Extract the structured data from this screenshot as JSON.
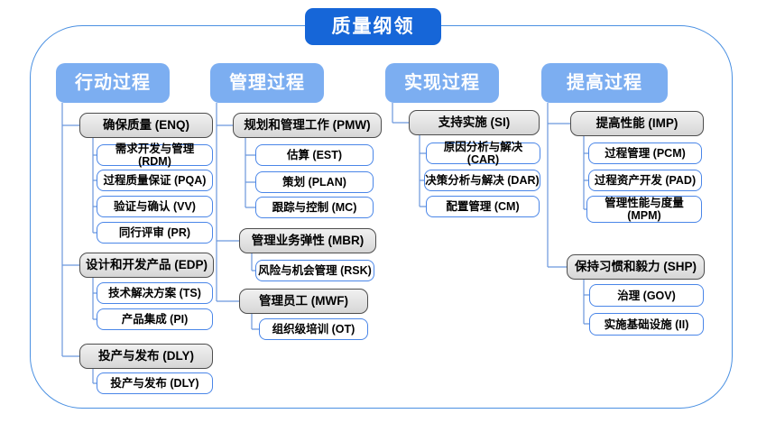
{
  "title": "质量纲领",
  "colors": {
    "title_bg": "#1666d8",
    "header_bg": "#7caef1",
    "group_fill": "#dcdcdc",
    "group_border": "#4d4d4d",
    "leaf_border": "#4a86e8",
    "connector": "#6b97dd",
    "frame_border": "#4a90e2"
  },
  "columns": [
    {
      "label": "行动过程",
      "groups": [
        {
          "label": "确保质量 (ENQ)",
          "children": [
            "需求开发与管理 (RDM)",
            "过程质量保证 (PQA)",
            "验证与确认 (VV)",
            "同行评审 (PR)"
          ]
        },
        {
          "label": "设计和开发产品 (EDP)",
          "children": [
            "技术解决方案 (TS)",
            "产品集成 (PI)"
          ]
        },
        {
          "label": "投产与发布 (DLY)",
          "children": [
            "投产与发布 (DLY)"
          ]
        }
      ]
    },
    {
      "label": "管理过程",
      "groups": [
        {
          "label": "规划和管理工作 (PMW)",
          "children": [
            "估算 (EST)",
            "策划 (PLAN)",
            "跟踪与控制 (MC)"
          ]
        },
        {
          "label": "管理业务弹性 (MBR)",
          "children": [
            "风险与机会管理 (RSK)"
          ]
        },
        {
          "label": "管理员工 (MWF)",
          "children": [
            "组织级培训 (OT)"
          ]
        }
      ]
    },
    {
      "label": "实现过程",
      "groups": [
        {
          "label": "支持实施 (SI)",
          "children": [
            "原因分析与解决 (CAR)",
            "决策分析与解决 (DAR)",
            "配置管理 (CM)"
          ]
        }
      ]
    },
    {
      "label": "提高过程",
      "groups": [
        {
          "label": "提高性能 (IMP)",
          "children": [
            "过程管理 (PCM)",
            "过程资产开发 (PAD)",
            "管理性能与度量\n(MPM)"
          ]
        },
        {
          "label": "保持习惯和毅力 (SHP)",
          "children": [
            "治理 (GOV)",
            "实施基础设施 (II)"
          ]
        }
      ]
    }
  ]
}
